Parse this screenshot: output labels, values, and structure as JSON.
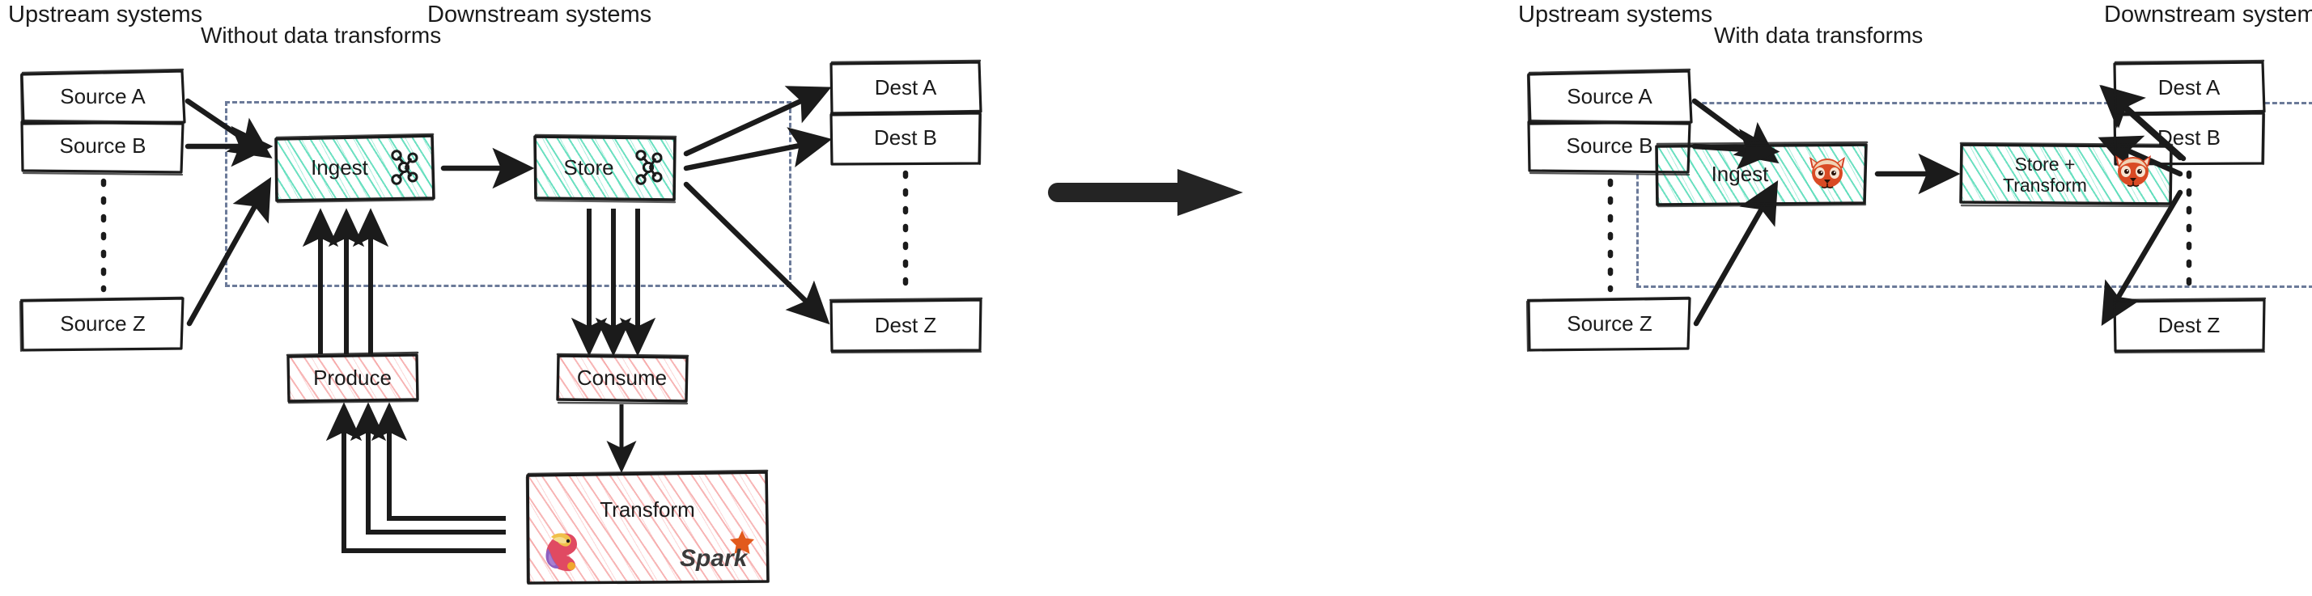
{
  "diagram": {
    "type": "architecture-comparison",
    "big_arrow_label": "",
    "panels": [
      {
        "id": "without",
        "title": "Without data transforms",
        "upstream_caption": "Upstream systems",
        "downstream_caption": "Downstream systems",
        "sources": [
          "Source A",
          "Source B",
          "Source Z"
        ],
        "destinations": [
          "Dest A",
          "Dest B",
          "Dest Z"
        ],
        "platform_stages": [
          {
            "label": "Ingest",
            "logo": "kafka-icon",
            "fill": "teal"
          },
          {
            "label": "Store",
            "logo": "kafka-icon",
            "fill": "teal"
          }
        ],
        "external_stages": [
          {
            "label": "Produce",
            "logo": null,
            "fill": "pink"
          },
          {
            "label": "Consume",
            "logo": null,
            "fill": "pink"
          },
          {
            "label": "Transform",
            "logo": "flink-icon,spark-icon",
            "fill": "pink"
          }
        ],
        "ellipsis_between_sources": "vertical-dots",
        "ellipsis_between_dests": "vertical-dots"
      },
      {
        "id": "with",
        "title": "With data transforms",
        "upstream_caption": "Upstream systems",
        "downstream_caption": "Downstream systems",
        "sources": [
          "Source A",
          "Source B",
          "Source Z"
        ],
        "destinations": [
          "Dest A",
          "Dest B",
          "Dest Z"
        ],
        "platform_stages": [
          {
            "label": "Ingest",
            "logo": "redpanda-icon",
            "fill": "teal"
          },
          {
            "label": "Store +\nTransform",
            "logo": "redpanda-icon",
            "fill": "teal"
          }
        ],
        "external_stages": [],
        "ellipsis_between_sources": "vertical-dots",
        "ellipsis_between_dests": "vertical-dots"
      }
    ]
  },
  "colors": {
    "teal_hatch": "#3ad6ac",
    "pink_hatch": "#f49696",
    "dashed_boundary": "#6b7a99",
    "stroke": "#1b1b1b",
    "spark_orange": "#e25a1c",
    "redpanda_red": "#d13b1f",
    "flink_pink": "#e6526f"
  },
  "labels": {
    "left_panel_title": "Without data transforms",
    "right_panel_title": "With data transforms",
    "upstream_left": "Upstream systems",
    "downstream_left": "Downstream systems",
    "upstream_right": "Upstream systems",
    "downstream_right": "Downstream systems",
    "src_a_l": "Source A",
    "src_b_l": "Source B",
    "src_z_l": "Source Z",
    "dst_a_l": "Dest A",
    "dst_b_l": "Dest B",
    "dst_z_l": "Dest Z",
    "ingest_l": "Ingest",
    "store_l": "Store",
    "produce_l": "Produce",
    "consume_l": "Consume",
    "transform_l": "Transform",
    "spark_wordmark": "Spark",
    "src_a_r": "Source A",
    "src_b_r": "Source B",
    "src_z_r": "Source Z",
    "dst_a_r": "Dest A",
    "dst_b_r": "Dest B",
    "dst_z_r": "Dest Z",
    "ingest_r": "Ingest",
    "store_transform_r": "Store +\nTransform"
  }
}
